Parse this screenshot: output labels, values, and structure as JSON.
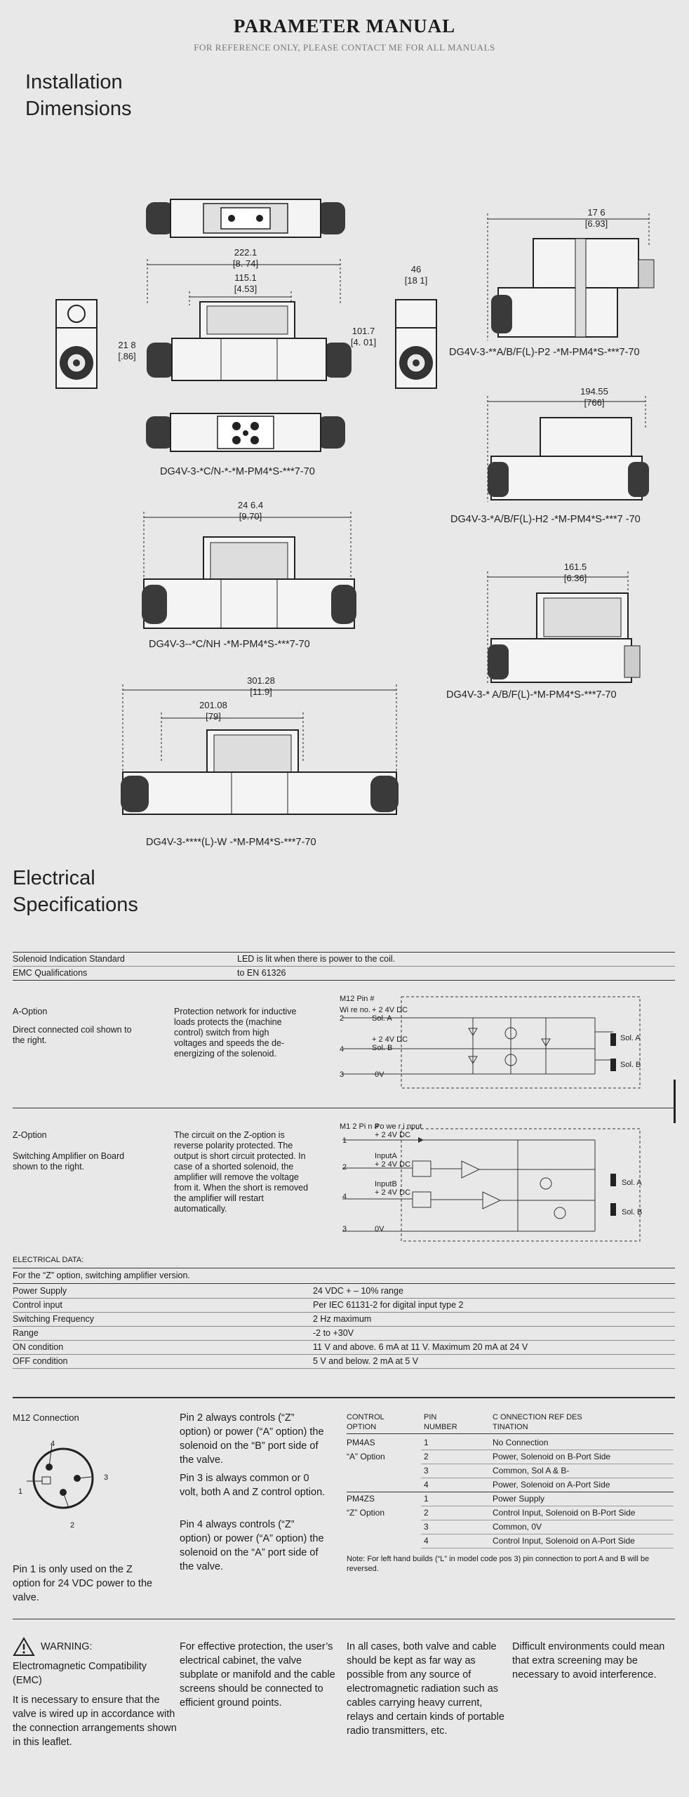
{
  "header": {
    "title": "PARAMETER MANUAL",
    "subtitle": "FOR REFERENCE ONLY, PLEASE CONTACT ME FOR ALL MANUALS"
  },
  "installation": {
    "title_line1": "Installation",
    "title_line2": "Dimensions",
    "dims": {
      "d222": "222.1",
      "d222in": "[8. 74]",
      "d115": "115.1",
      "d115in": "[4.53]",
      "d46": "46",
      "d46in": "[18 1]",
      "d101": "101.7",
      "d101in": "[4. 01]",
      "d218": "21 8",
      "d218in": "[.86]",
      "d176": "17 6",
      "d176in": "[6.93]",
      "d194": "194.55",
      "d194in": "[766]",
      "d246": "24 6.4",
      "d246in": "[9.70]",
      "d161": "161.5",
      "d161in": "[6.36]",
      "d301": "301.28",
      "d301in": "[11.9]",
      "d201": "201.08",
      "d201in": "[79]"
    },
    "labels": {
      "cn": "DG4V-3-*C/N-*-*M-PM4*S-***7-70",
      "p2": "DG4V-3-**A/B/F(L)-P2 -*M-PM4*S-***7-70",
      "h2": "DG4V-3-*A/B/F(L)-H2 -*M-PM4*S-***7 -70",
      "cnh": "DG4V-3--*C/NH -*M-PM4*S-***7-70",
      "abf": "DG4V-3-* A/B/F(L)-*M-PM4*S-***7-70",
      "w": "DG4V-3-****(L)-W -*M-PM4*S-***7-70"
    }
  },
  "electrical": {
    "title_line1": "Electrical",
    "title_line2": "Specifications",
    "spec_rows": [
      {
        "label": "Solenoid Indication Standard",
        "value": "LED is lit when there is power to the coil."
      },
      {
        "label": "EMC Qualifications",
        "value": "to EN 61326"
      }
    ],
    "a_option": {
      "title": "A-Option",
      "desc": "Direct connected coil shown to the right.",
      "text": "Protection network for inductive loads protects the (machine control) switch from high voltages and speeds the de-energizing of the solenoid.",
      "diag": {
        "m12": "M12 Pin #",
        "wire": "Wi re no.",
        "v1": "+ 2 4V DC",
        "sola": "Sol. A",
        "pin2": "2",
        "v2": "+ 2 4V DC",
        "solb": "Sol. B",
        "pin4": "4",
        "pin3": "3",
        "ov": "0V",
        "sola_r": "Sol. A",
        "solb_r": "Sol. B"
      }
    },
    "z_option": {
      "title": "Z-Option",
      "desc": "Switching Amplifier on Board shown to the right.",
      "text": "The circuit on the Z-option is reverse polarity protected. The output is short circuit protected. In case of a shorted solenoid, the amplifier will remove the voltage from it. When the short is removed the amplifier will restart automatically.",
      "diag": {
        "m12": "M1 2 Pi n #",
        "pw": "Po we r i nput",
        "pin1": "1",
        "v1": "+ 2 4V DC",
        "ina": "InputA",
        "pin2": "2",
        "v2": "+ 2 4V DC",
        "inb": "InputB",
        "pin4": "4",
        "v4": "+ 2 4V DC",
        "pin3": "3",
        "ov": "0V",
        "sola": "Sol. A",
        "solb": "Sol. B"
      }
    },
    "elec_data_title": "ELECTRICAL DATA:",
    "elec_data_note": "For the “Z” option, switching amplifier version.",
    "data_rows": [
      {
        "label": "Power Supply",
        "value": "24 VDC + – 10% range"
      },
      {
        "label": "Control input",
        "value": "Per IEC 61131-2 for digital input type 2"
      },
      {
        "label": "Switching Frequency",
        "value": "2 Hz maximum"
      },
      {
        "label": "Range",
        "value": "-2 to +30V"
      },
      {
        "label": "ON condition",
        "value": "11 V and above. 6 mA at 11 V. Maximum 20 mA at 24 V"
      },
      {
        "label": "OFF condition",
        "value": "5 V and below. 2 mA at 5 V"
      }
    ]
  },
  "m12": {
    "title": "M12 Connection",
    "pins": {
      "p1": "1",
      "p2": "2",
      "p3": "3",
      "p4": "4"
    },
    "pin1_note": "Pin 1 is only used on the Z option for 24 VDC power to the valve.",
    "p2_text": "Pin 2 always controls (“Z” option) or power (“A” option) the solenoid on the “B” port side of the valve.",
    "p3_text": "Pin 3 is always common or 0 volt, both A and Z control option.",
    "p4_text": "Pin 4 always controls (“Z” option) or power (“A” option) the solenoid on the “A” port side of the valve.",
    "table": {
      "h1": "CONTROL OPTION",
      "h2": "PIN NUMBER",
      "h3": "C ONNECTION REF DES TINATION",
      "rows": [
        {
          "opt": "PM4AS",
          "pin": "1",
          "dest": "No Connection"
        },
        {
          "opt": "“A” Option",
          "pin": "2",
          "dest": "Power, Solenoid on B-Port Side"
        },
        {
          "opt": "",
          "pin": "3",
          "dest": "Common, Sol A & B-"
        },
        {
          "opt": "",
          "pin": "4",
          "dest": "Power, Solenoid on A-Port Side"
        },
        {
          "opt": "PM4ZS",
          "pin": "1",
          "dest": "Power Supply"
        },
        {
          "opt": "“Z” Option",
          "pin": "2",
          "dest": "Control Input, Solenoid on B-Port Side"
        },
        {
          "opt": "",
          "pin": "3",
          "dest": "Common, 0V"
        },
        {
          "opt": "",
          "pin": "4",
          "dest": "Control Input, Solenoid on A-Port Side"
        }
      ],
      "note": "Note: For left hand builds (“L” in model code pos 3) pin connection to port A and B will be reversed."
    }
  },
  "warning": {
    "title": "WARNING:",
    "sub": "Electromagnetic Compatibility (EMC)",
    "text1": "It is necessary to ensure that the valve is wired up in accordance with the connection arrangements shown in this leaflet.",
    "text2": "For effective protection, the user’s electrical cabinet, the valve subplate or manifold and the cable screens should be connected to efficient ground points.",
    "text3": "In all cases, both valve and cable should be kept as far way as possible from any source of electromagnetic radiation such as cables carrying heavy current, relays and certain kinds of portable radio transmitters, etc.",
    "text4": "Difficult environments could mean that extra screening may be necessary to avoid interference."
  }
}
